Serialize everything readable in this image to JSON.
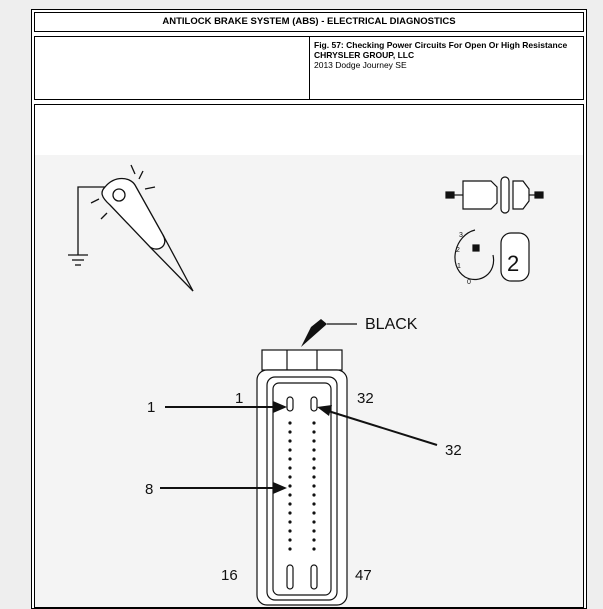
{
  "header": {
    "title": "ANTILOCK BRAKE SYSTEM (ABS) - ELECTRICAL DIAGNOSTICS"
  },
  "caption": {
    "fig_title": "Fig. 57: Checking Power Circuits For Open Or High Resistance",
    "company": "CHRYSLER GROUP, LLC",
    "vehicle": "2013 Dodge Journey SE"
  },
  "figure": {
    "connector_color_label": "BLACK",
    "key_position_label": "2",
    "key_scale_labels": [
      "3",
      "2",
      "1",
      "0"
    ],
    "pin_labels": {
      "top_left": "1",
      "top_right": "32",
      "bottom_left": "16",
      "bottom_right": "47",
      "callout_1": "1",
      "callout_8": "8",
      "callout_32": "32"
    },
    "icons": [
      "test-light-icon",
      "ground-symbol-icon",
      "disconnected-connector-icon",
      "ignition-key-icon"
    ]
  }
}
